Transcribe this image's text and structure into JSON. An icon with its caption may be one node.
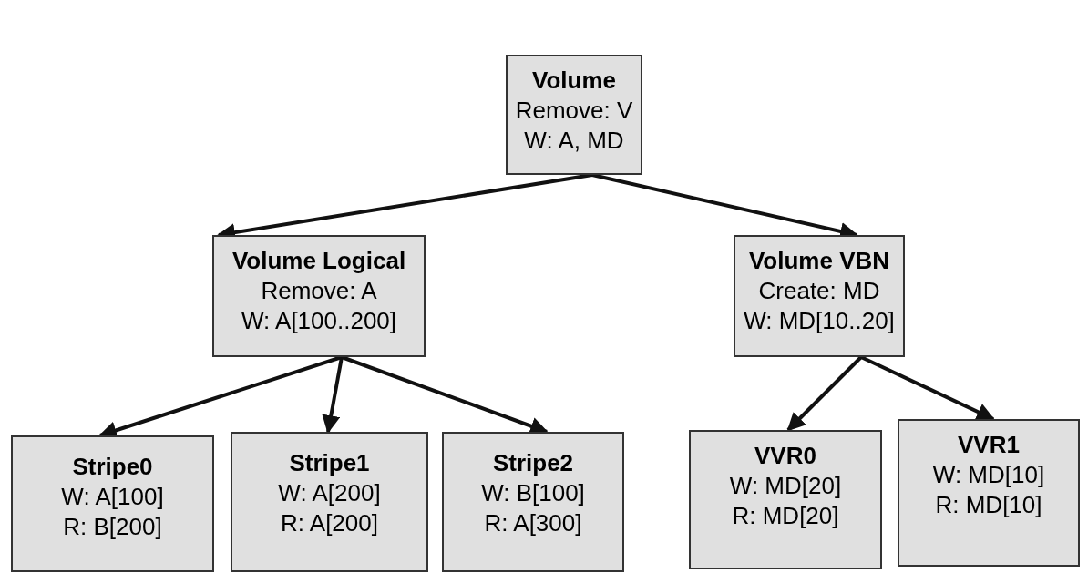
{
  "diagram": {
    "nodes": [
      {
        "text": [
          "Volume",
          "Remove: V",
          "W: A, MD"
        ]
      },
      {
        "text": [
          "Volume Logical",
          "Remove: A",
          "W: A[100..200]"
        ]
      },
      {
        "text": [
          "Volume VBN",
          "Create: MD",
          "W: MD[10..20]"
        ]
      },
      {
        "text": [
          "Stripe0",
          "W: A[100]",
          "R: B[200]"
        ]
      },
      {
        "text": [
          "Stripe1",
          "W: A[200]",
          "R: A[200]"
        ]
      },
      {
        "text": [
          "Stripe2",
          "W: B[100]",
          "R: A[300]"
        ]
      },
      {
        "text": [
          "VVR0",
          "W: MD[20]",
          "R: MD[20]"
        ]
      },
      {
        "text": [
          "VVR1",
          "W: MD[10]",
          "R: MD[10]"
        ]
      }
    ],
    "edges": [
      {
        "from": 0,
        "to": 1,
        "arrow": "to"
      },
      {
        "from": 0,
        "to": 2,
        "arrow": "to"
      },
      {
        "from": 1,
        "to": 3,
        "arrow": "to"
      },
      {
        "from": 1,
        "to": 4,
        "arrow": "to"
      },
      {
        "from": 1,
        "to": 5,
        "arrow": "to"
      },
      {
        "from": 2,
        "to": 6,
        "arrow": "to"
      },
      {
        "from": 2,
        "to": 7,
        "arrow": "to"
      }
    ]
  }
}
